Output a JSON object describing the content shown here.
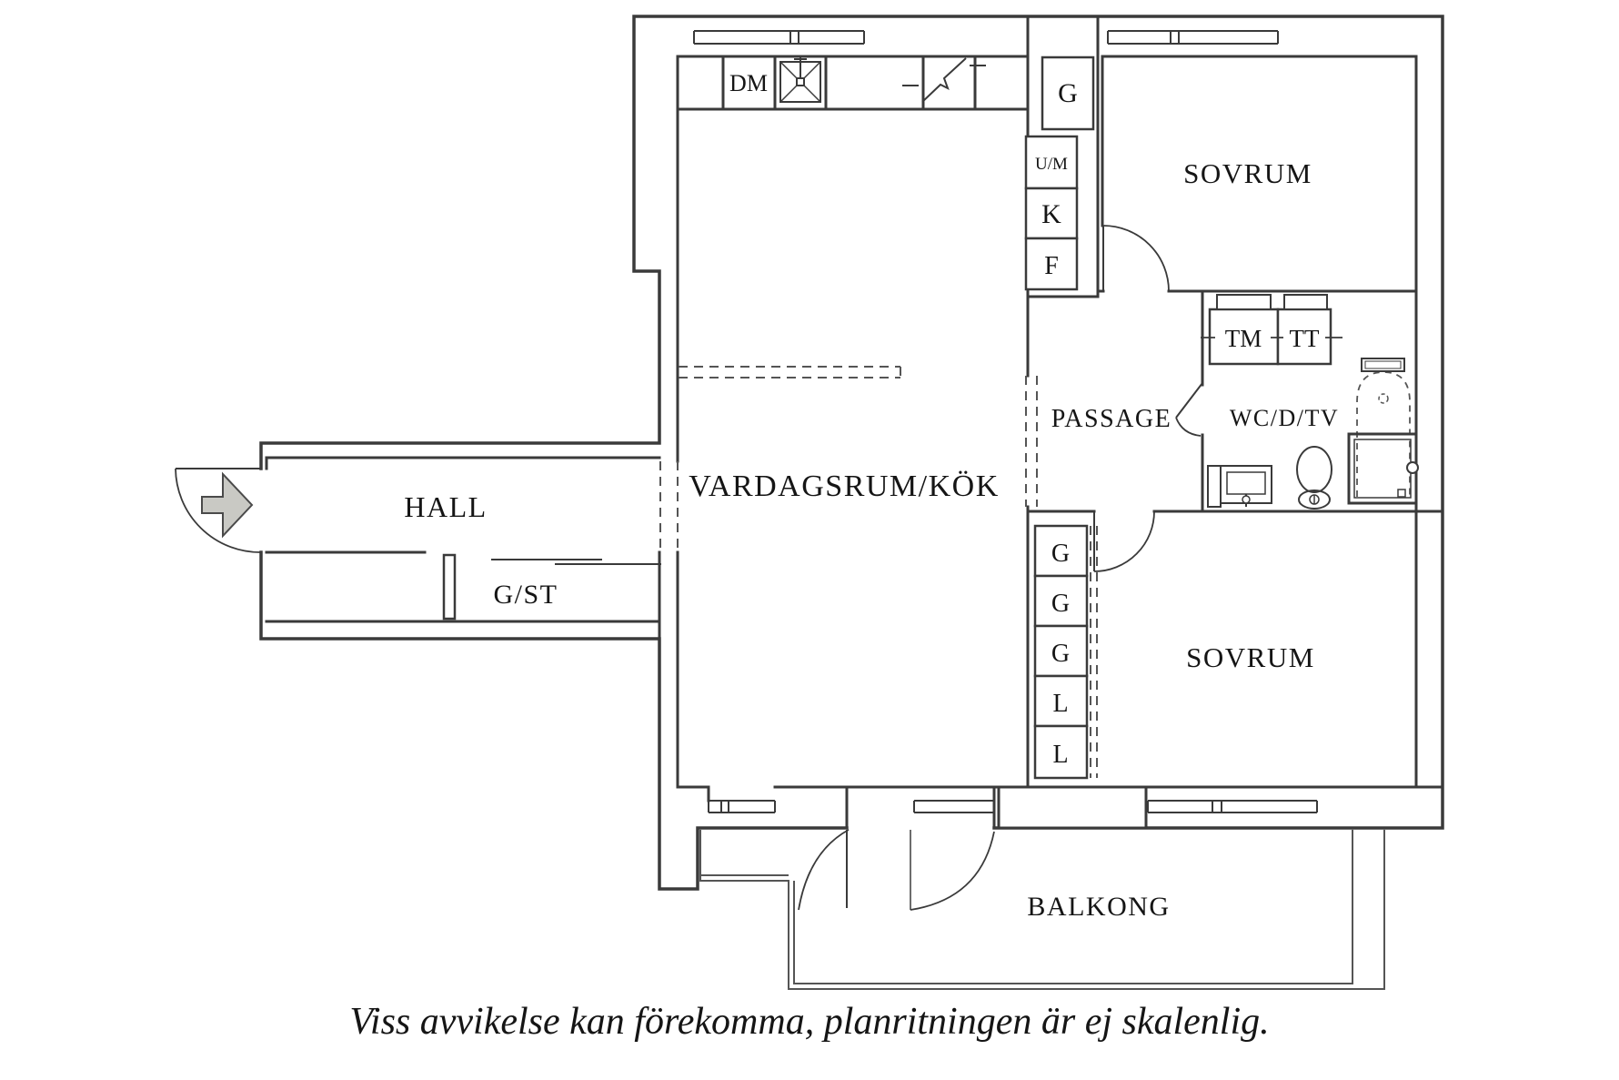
{
  "floorplan": {
    "rooms": {
      "hall": {
        "label": "HALL"
      },
      "storage": {
        "label": "G/ST"
      },
      "living_kitchen": {
        "label": "VARDAGSRUM/KÖK"
      },
      "passage": {
        "label": "PASSAGE"
      },
      "bathroom": {
        "label": "WC/D/TV"
      },
      "bedroom_top": {
        "label": "SOVRUM"
      },
      "bedroom_bottom": {
        "label": "SOVRUM"
      },
      "balcony": {
        "label": "BALKONG"
      }
    },
    "appliances": {
      "dishwasher": "DM",
      "tall_cabinet": "G",
      "oven_micro": "U/M",
      "fridge": "K",
      "freezer": "F",
      "washing_machine": "TM",
      "tumble_dryer": "TT"
    },
    "closets": [
      "G",
      "G",
      "G",
      "L",
      "L"
    ],
    "caption": "Viss avvikelse kan förekomma, planritningen är ej skalenlig.",
    "colors": {
      "wall": "#3a3a3a",
      "thin_line": "#555555",
      "text": "#151515",
      "arrow_fill": "#c9c9c4",
      "arrow_stroke": "#4a4a4a",
      "background": "#ffffff"
    },
    "icons": {
      "entrance_arrow": "entrance-arrow-icon",
      "kitchen_sink": "kitchen-sink-icon",
      "stove": "stove-icon",
      "washbasin": "washbasin-icon",
      "toilet": "toilet-icon",
      "shower": "shower-icon",
      "bathtub": "bathtub-dashed-icon"
    }
  }
}
